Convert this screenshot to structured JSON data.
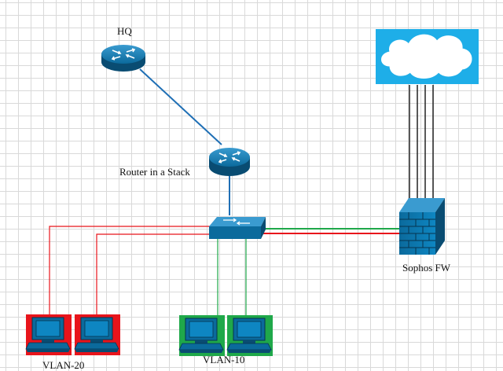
{
  "labels": {
    "hq": "HQ",
    "router": "Router in a Stack",
    "firewall": "Sophos FW",
    "vlan20": "VLAN-20",
    "vlan10": "VLAN-10"
  },
  "colors": {
    "device_blue": "#0b6a9c",
    "device_dark": "#094c72",
    "cloud_bg": "#1eaee8",
    "link_blue": "#1f6fb5",
    "vlan20_red": "#e8141b",
    "vlan10_green": "#1fa84a",
    "uplink_black": "#222222"
  },
  "icons": {
    "hq_router": "router-icon",
    "stack_router": "router-icon",
    "switch": "switch-icon",
    "firewall": "firewall-brick-icon",
    "cloud": "cloud-icon",
    "pc": "desktop-computer-icon"
  }
}
